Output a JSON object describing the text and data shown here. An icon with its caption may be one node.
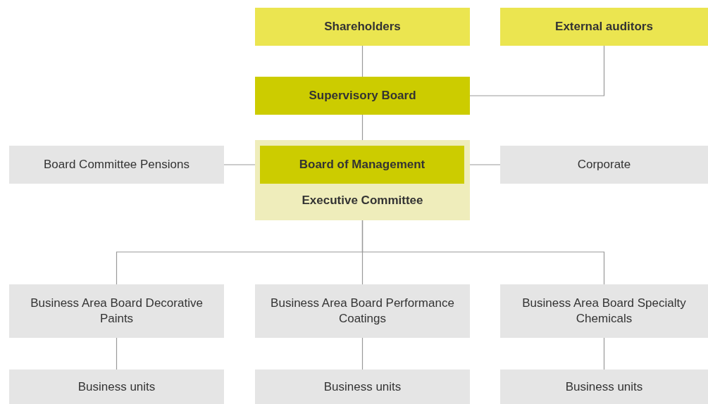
{
  "diagram": {
    "nodes": [
      {
        "text": [
          "Shareholders"
        ]
      },
      {
        "text": [
          "External auditors"
        ]
      },
      {
        "text": [
          "Supervisory Board"
        ]
      },
      {
        "text": [
          "Board Committee Pensions"
        ]
      },
      {
        "text": [
          "Executive Committee"
        ]
      },
      {
        "text": [
          "Board of Management"
        ],
        "in": 4
      },
      {
        "text": [
          "Corporate"
        ]
      },
      {
        "text": [
          "Business Area Board Decorative Paints"
        ]
      },
      {
        "text": [
          "Business Area Board Performance Coatings"
        ]
      },
      {
        "text": [
          "Business Area Board Specialty Chemicals"
        ]
      },
      {
        "text": [
          "Business units"
        ]
      },
      {
        "text": [
          "Business units"
        ]
      },
      {
        "text": [
          "Business units"
        ]
      }
    ],
    "edges": [
      {
        "from": 0,
        "to": 2,
        "arrow": "none"
      },
      {
        "from": 1,
        "to": 2,
        "arrow": "none"
      },
      {
        "from": 2,
        "to": 4,
        "arrow": "none"
      },
      {
        "from": 5,
        "to": 3,
        "arrow": "none"
      },
      {
        "from": 5,
        "to": 6,
        "arrow": "none"
      },
      {
        "from": 4,
        "to": 7,
        "arrow": "none"
      },
      {
        "from": 4,
        "to": 8,
        "arrow": "none"
      },
      {
        "from": 4,
        "to": 9,
        "arrow": "none"
      },
      {
        "from": 7,
        "to": 10,
        "arrow": "none"
      },
      {
        "from": 8,
        "to": 11,
        "arrow": "none"
      },
      {
        "from": 9,
        "to": 12,
        "arrow": "none"
      }
    ]
  }
}
